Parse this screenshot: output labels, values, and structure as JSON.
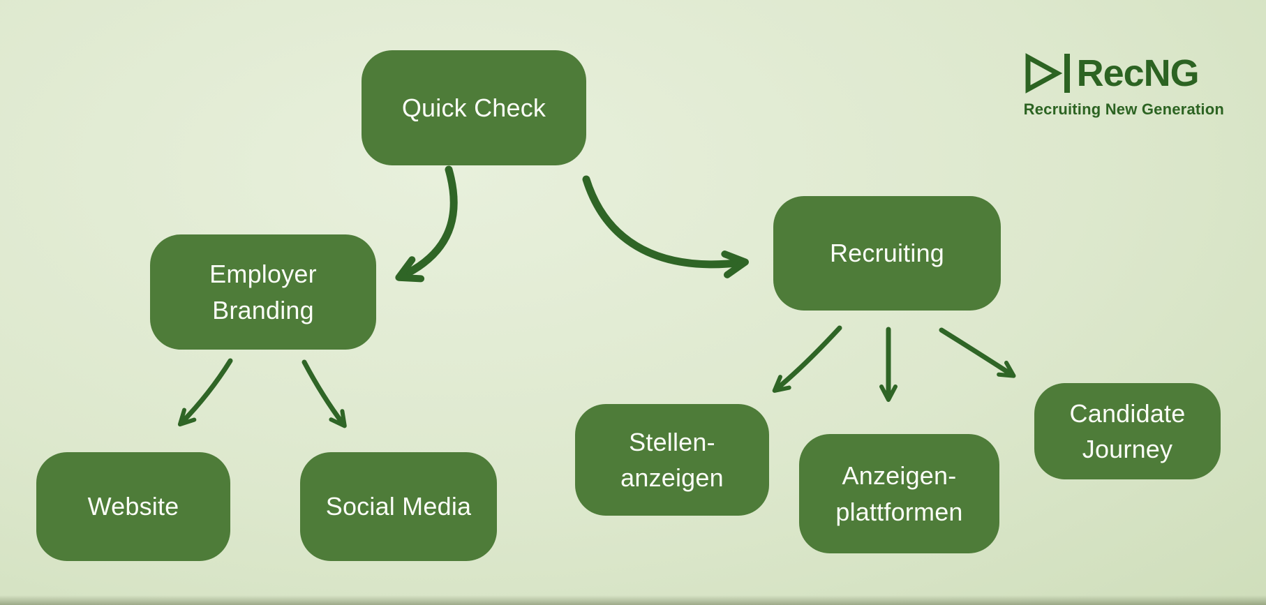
{
  "diagram": {
    "nodes": {
      "quick_check": {
        "label": "Quick Check"
      },
      "employer_branding": {
        "label": "Employer\nBranding"
      },
      "recruiting": {
        "label": "Recruiting"
      },
      "website": {
        "label": "Website"
      },
      "social_media": {
        "label": "Social Media"
      },
      "stellenanzeigen": {
        "label": "Stellen-\nanzeigen"
      },
      "anzeigenplattformen": {
        "label": "Anzeigen-\nplattformen"
      },
      "candidate_journey": {
        "label": "Candidate\nJourney"
      }
    },
    "edges": [
      {
        "from": "Quick Check",
        "to": "Employer Branding"
      },
      {
        "from": "Quick Check",
        "to": "Recruiting"
      },
      {
        "from": "Employer Branding",
        "to": "Website"
      },
      {
        "from": "Employer Branding",
        "to": "Social Media"
      },
      {
        "from": "Recruiting",
        "to": "Stellen-anzeigen"
      },
      {
        "from": "Recruiting",
        "to": "Anzeigen-plattformen"
      },
      {
        "from": "Recruiting",
        "to": "Candidate Journey"
      }
    ]
  },
  "logo": {
    "name": "RecNG",
    "tagline": "Recruiting New Generation"
  },
  "colors": {
    "background": "#dde8cd",
    "node_fill": "#4e7c39",
    "node_text": "#fbfdf7",
    "arrow": "#2f6526",
    "logo": "#2c6322"
  }
}
